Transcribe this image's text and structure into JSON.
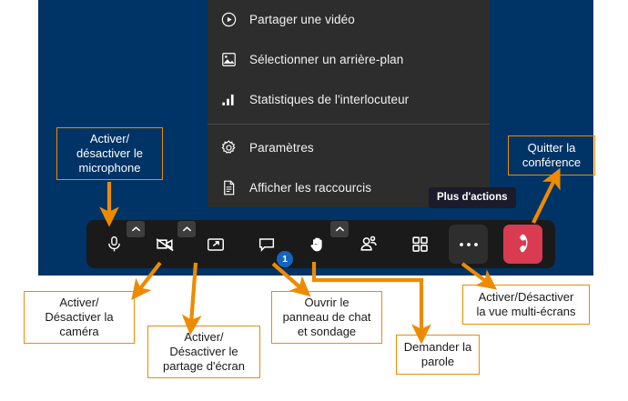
{
  "colors": {
    "stage_blue": "#003366",
    "menu_dark": "#2d2d2d",
    "toolbar_dark": "#1a1a1a",
    "hangup_red": "#d93b50",
    "accent_orange": "#ED8B00",
    "badge_blue": "#1565c0",
    "tooltip_dark": "#1b1b2b"
  },
  "menu": {
    "items": [
      {
        "icon": "play-circle-icon",
        "label": "Partager une vidéo"
      },
      {
        "icon": "image-person-icon",
        "label": "Sélectionner un arrière-plan"
      },
      {
        "icon": "bar-chart-icon",
        "label": "Statistiques de l'interlocuteur"
      },
      {
        "icon": "gear-icon",
        "label": "Paramètres"
      },
      {
        "icon": "document-icon",
        "label": "Afficher les raccourcis"
      }
    ]
  },
  "tooltip": {
    "text": "Plus d'actions"
  },
  "toolbar": {
    "buttons": [
      {
        "icon": "microphone-icon",
        "name": "mic-button",
        "caret": true
      },
      {
        "icon": "camera-off-icon",
        "name": "camera-button",
        "caret": true
      },
      {
        "icon": "screen-share-icon",
        "name": "share-button",
        "caret": false
      },
      {
        "icon": "chat-bubble-icon",
        "name": "chat-button",
        "caret": false,
        "badge": "1"
      },
      {
        "icon": "raise-hand-icon",
        "name": "raise-hand-button",
        "caret": true
      },
      {
        "icon": "participants-icon",
        "name": "participants-button",
        "caret": false
      },
      {
        "icon": "grid-view-icon",
        "name": "multi-screen-button",
        "caret": false
      },
      {
        "icon": "ellipsis-icon",
        "name": "more-actions-button",
        "caret": false
      },
      {
        "icon": "hangup-phone-icon",
        "name": "hangup-button",
        "caret": false
      }
    ],
    "chat_badge_count": "1"
  },
  "callouts": [
    {
      "id": "mic",
      "lines": [
        "Activer/",
        "désactiver le",
        "microphone"
      ]
    },
    {
      "id": "hangup",
      "lines": [
        "Quitter la",
        "conférence"
      ]
    },
    {
      "id": "camera",
      "lines": [
        "Activer/",
        "Désactiver la",
        "caméra"
      ]
    },
    {
      "id": "share",
      "lines": [
        "Activer/",
        "Désactiver le",
        "partage d'écran"
      ]
    },
    {
      "id": "chat",
      "lines": [
        "Ouvrir le",
        "panneau de chat",
        "et sondage"
      ]
    },
    {
      "id": "hand",
      "lines": [
        "Demander la",
        "parole"
      ]
    },
    {
      "id": "multiscreen",
      "lines": [
        "Activer/Désactiver",
        "la vue multi-écrans"
      ]
    }
  ]
}
